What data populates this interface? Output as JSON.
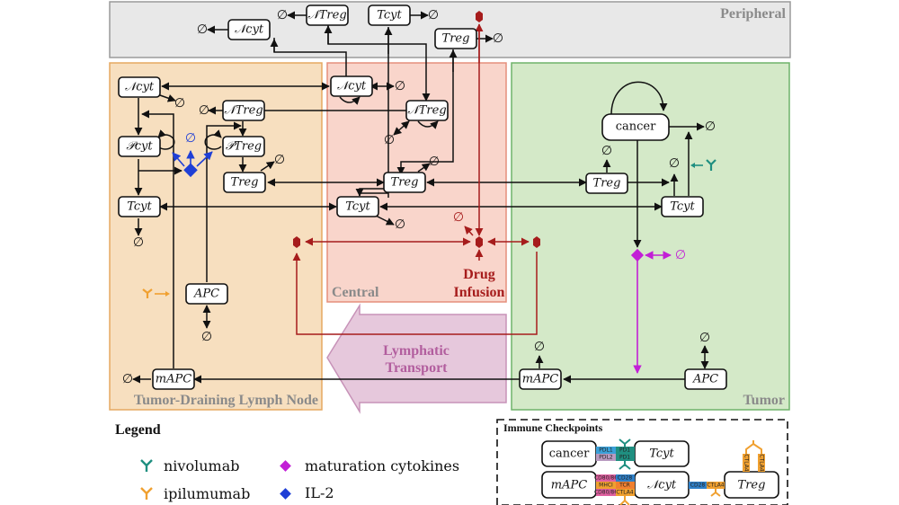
{
  "diagram": {
    "regions": {
      "peripheral": {
        "label": "Peripheral",
        "fill": "#e8e8e8",
        "stroke": "#9a9a9a"
      },
      "lymph_node": {
        "label": "Tumor-Draining Lymph Node",
        "fill": "#f7dfbf",
        "stroke": "#e5a860"
      },
      "central": {
        "label": "Central",
        "fill": "#f9d5cb",
        "stroke": "#e58f7c"
      },
      "tumor": {
        "label": "Tumor",
        "fill": "#d4e9c8",
        "stroke": "#6fb36a"
      }
    },
    "empty_set": "∅",
    "nodes": {
      "p_ncyt": "𝒩cyt",
      "p_ntreg": "𝒩Treg",
      "p_tcyt": "Tcyt",
      "p_treg": "Treg",
      "l_ncyt": "𝒩cyt",
      "l_ntreg": "𝒩Treg",
      "l_pcyt": "𝒫cyt",
      "l_ptreg": "𝒫Treg",
      "l_treg": "Treg",
      "l_tcyt": "Tcyt",
      "l_apc": "APC",
      "l_mapc": "mAPC",
      "c_ncyt": "𝒩cyt",
      "c_ntreg": "𝒩Treg",
      "c_treg": "Treg",
      "c_tcyt": "Tcyt",
      "t_cancer": "cancer",
      "t_treg": "Treg",
      "t_tcyt": "Tcyt",
      "t_mapc": "mAPC",
      "t_apc": "APC"
    },
    "drug_infusion": "Drug Infusion",
    "drug_infusion_lines": [
      "Drug",
      "Infusion"
    ],
    "lymphatic_transport_lines": [
      "Lymphatic",
      "Transport"
    ],
    "colors": {
      "drug": "#a61c1c",
      "il2": "#1f3fd6",
      "maturation": "#c21fd6",
      "nivolumab": "#1f8f80",
      "ipilumumab": "#f0a030",
      "lymphatic_fill": "#e6c8dc",
      "lymphatic_stroke": "#c792b8"
    }
  },
  "legend": {
    "title": "Legend",
    "items": [
      {
        "label": "nivolumab",
        "icon": "antibody-icon",
        "color": "#1f8f80"
      },
      {
        "label": "ipilumumab",
        "icon": "antibody-icon",
        "color": "#f0a030"
      },
      {
        "label": "maturation cytokines",
        "icon": "diamond-icon",
        "color": "#c21fd6"
      },
      {
        "label": "IL-2",
        "icon": "diamond-icon",
        "color": "#1f3fd6"
      }
    ]
  },
  "checkpoints": {
    "title": "Immune Checkpoints",
    "cells": {
      "cancer": "cancer",
      "tcyt": "Tcyt",
      "mapc": "mAPC",
      "ncyt": "𝒩cyt",
      "treg": "Treg"
    },
    "ligands_cancer": [
      "PDL1",
      "PDL2"
    ],
    "receptors_tcyt": [
      "PD1",
      "PD1"
    ],
    "ligands_mapc": [
      "CD80/86",
      "MHCI",
      "CD80/86"
    ],
    "receptors_ncyt": [
      "CD28",
      "TCR",
      "CTLA4"
    ],
    "ncyt_treg": [
      "CD28",
      "CTLA4"
    ],
    "treg_receptors": [
      "CTLA4",
      "CTLA4"
    ]
  }
}
